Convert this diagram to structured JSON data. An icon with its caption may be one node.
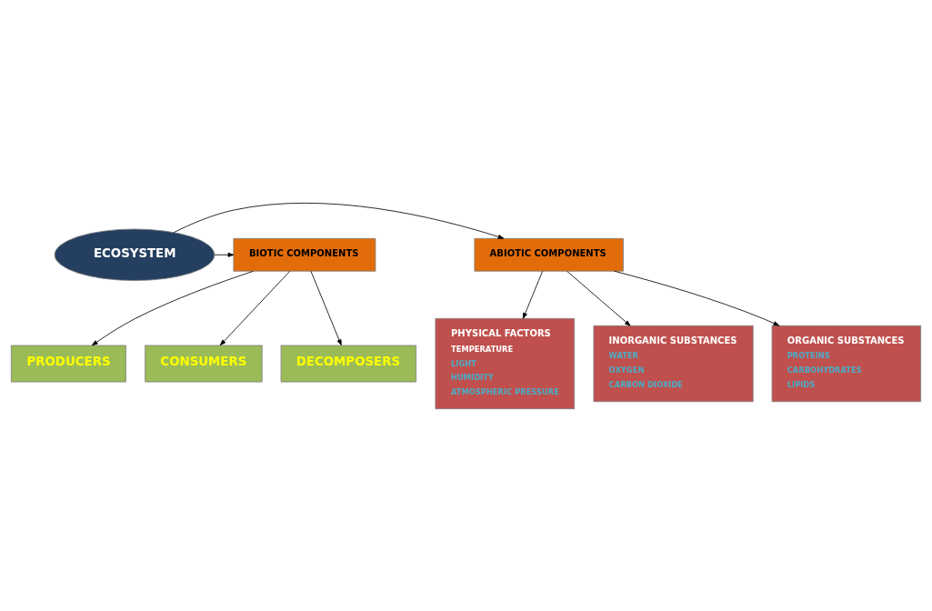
{
  "diagram": {
    "nodes": [
      {
        "text": [
          "ECOSYSTEM"
        ]
      },
      {
        "text": [
          "ABIOTIC COMPONENTS"
        ]
      },
      {
        "text": [
          "BIOTIC COMPONENTS"
        ]
      },
      {
        "text": [
          "PHYSICAL FACTORS",
          "TEMPERATURE",
          "LIGHT",
          "HUMIDITY",
          "ATMOSPHERIC PRESSURE"
        ]
      },
      {
        "text": [
          "INORGANIC SUBSTANCES",
          "WATER",
          "OXYGEN",
          "CARBON DIOXIDE"
        ]
      },
      {
        "text": [
          "ORGANIC SUBSTANCES",
          "PROTEINS",
          "CARBOHYDRATES",
          "LIPIDS"
        ]
      },
      {
        "text": [
          "PRODUCERS"
        ]
      },
      {
        "text": [
          "CONSUMERS"
        ]
      },
      {
        "text": [
          "DECOMPOSERS"
        ]
      }
    ],
    "edges": [
      {
        "from": 0,
        "to": 1,
        "arrow": "to"
      },
      {
        "from": 0,
        "to": 2,
        "arrow": "to"
      },
      {
        "from": 1,
        "to": 3,
        "arrow": "to"
      },
      {
        "from": 1,
        "to": 4,
        "arrow": "to"
      },
      {
        "from": 1,
        "to": 5,
        "arrow": "to"
      },
      {
        "from": 2,
        "to": 6,
        "arrow": "to"
      },
      {
        "from": 2,
        "to": 7,
        "arrow": "to"
      },
      {
        "from": 2,
        "to": 8,
        "arrow": "to"
      }
    ]
  }
}
